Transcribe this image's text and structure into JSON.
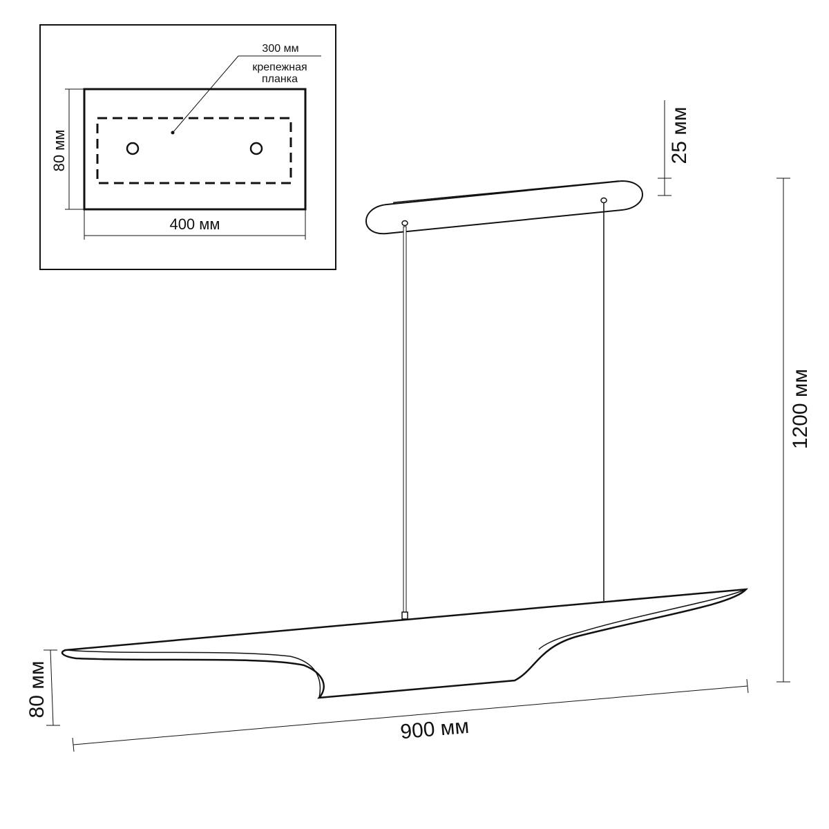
{
  "inset": {
    "label_top": "300 мм",
    "label_bracket_line1": "крепежная",
    "label_bracket_line2": "планка",
    "label_height": "80 мм",
    "label_width": "400 мм"
  },
  "lamp": {
    "label_canopy_height": "25 мм",
    "label_total_height": "1200 мм",
    "label_shade_height": "80 мм",
    "label_length": "900 мм"
  },
  "colors": {
    "line": "#111111",
    "background": "#ffffff"
  }
}
